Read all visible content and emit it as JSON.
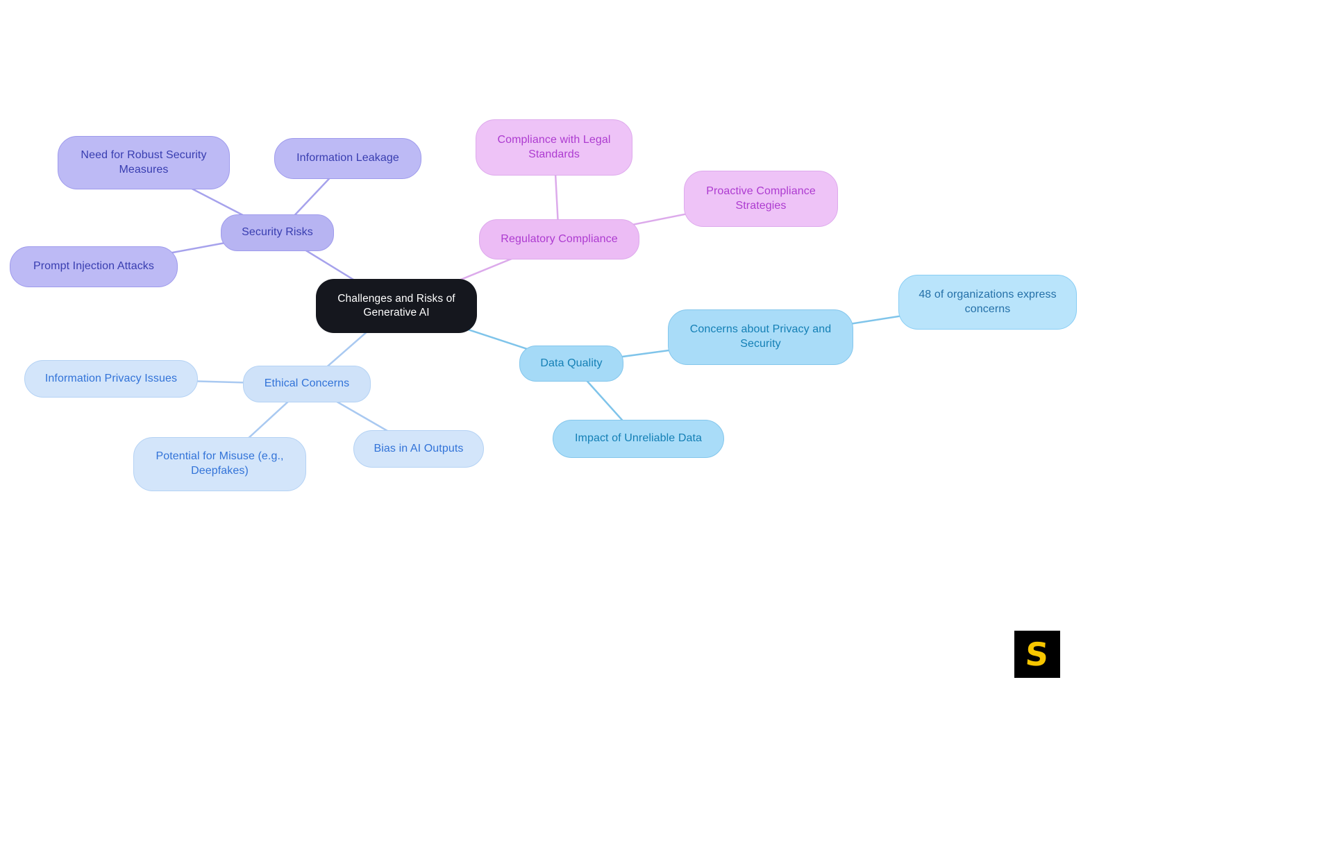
{
  "mindmap": {
    "central": "Challenges and Risks of Generative AI",
    "branches": {
      "security": {
        "label": "Security Risks",
        "children": [
          {
            "label": "Need for Robust Security Measures"
          },
          {
            "label": "Information Leakage"
          },
          {
            "label": "Prompt Injection Attacks"
          }
        ]
      },
      "regulatory": {
        "label": "Regulatory Compliance",
        "children": [
          {
            "label": "Compliance with Legal Standards"
          },
          {
            "label": "Proactive Compliance Strategies"
          }
        ]
      },
      "data_quality": {
        "label": "Data Quality",
        "children": [
          {
            "label": "Concerns about Privacy and Security",
            "children": [
              {
                "label": "48 of organizations express concerns"
              }
            ]
          },
          {
            "label": "Impact of Unreliable Data"
          }
        ]
      },
      "ethical": {
        "label": "Ethical Concerns",
        "children": [
          {
            "label": "Information Privacy Issues"
          },
          {
            "label": "Potential for Misuse (e.g., Deepfakes)"
          },
          {
            "label": "Bias in AI Outputs"
          }
        ]
      }
    }
  },
  "palette": {
    "central_bg": "#15171e",
    "security_fill": "#bdbaf5",
    "regulatory_fill": "#eec3f7",
    "data_quality_fill": "#a9dcf8",
    "data_quality_light_fill": "#b9e4fb",
    "ethical_fill": "#d3e5fa",
    "logo_bg": "#000000",
    "logo_letter_color": "#f7c600"
  },
  "logo": {
    "letter": "S"
  }
}
